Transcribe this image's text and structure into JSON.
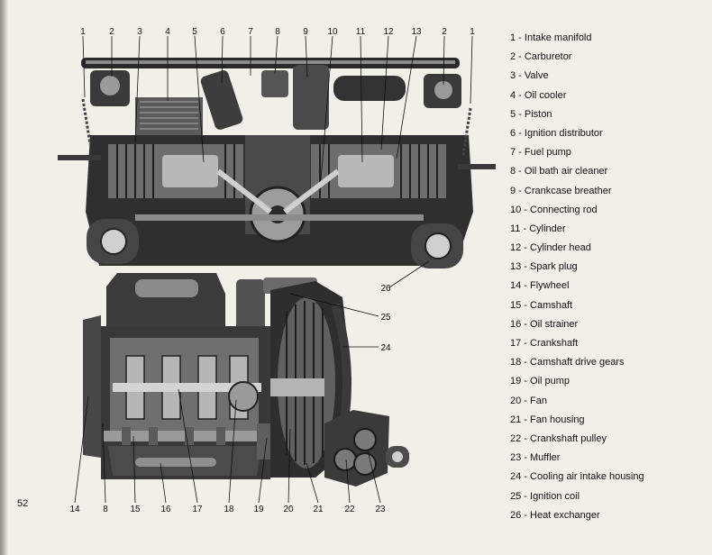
{
  "page_number": "52",
  "legend": [
    "1 - Intake manifold",
    "2 - Carburetor",
    "3 - Valve",
    "4 - Oil cooler",
    "5 - Piston",
    "6 - Ignition distributor",
    "7 - Fuel pump",
    "8 - Oil bath air cleaner",
    "9 - Crankcase breather",
    "10 - Connecting rod",
    "11 - Cylinder",
    "12 - Cylinder head",
    "13 - Spark plug",
    "14 - Flywheel",
    "15 - Camshaft",
    "16 - Oil strainer",
    "17 - Crankshaft",
    "18 - Camshaft drive gears",
    "19 - Oil pump",
    "20 - Fan",
    "21 - Fan housing",
    "22 - Crankshaft pulley",
    "23 - Muffler",
    "24 - Cooling air intake housing",
    "25 - Ignition coil",
    "26 - Heat exchanger"
  ],
  "top_callouts": [
    "1",
    "2",
    "3",
    "4",
    "5",
    "6",
    "7",
    "8",
    "9",
    "10",
    "11",
    "12",
    "13",
    "2",
    "1"
  ],
  "bottom_callouts": [
    "14",
    "8",
    "15",
    "16",
    "17",
    "18",
    "19",
    "20",
    "21",
    "22",
    "23"
  ],
  "side_callouts": [
    "26",
    "25",
    "24"
  ]
}
